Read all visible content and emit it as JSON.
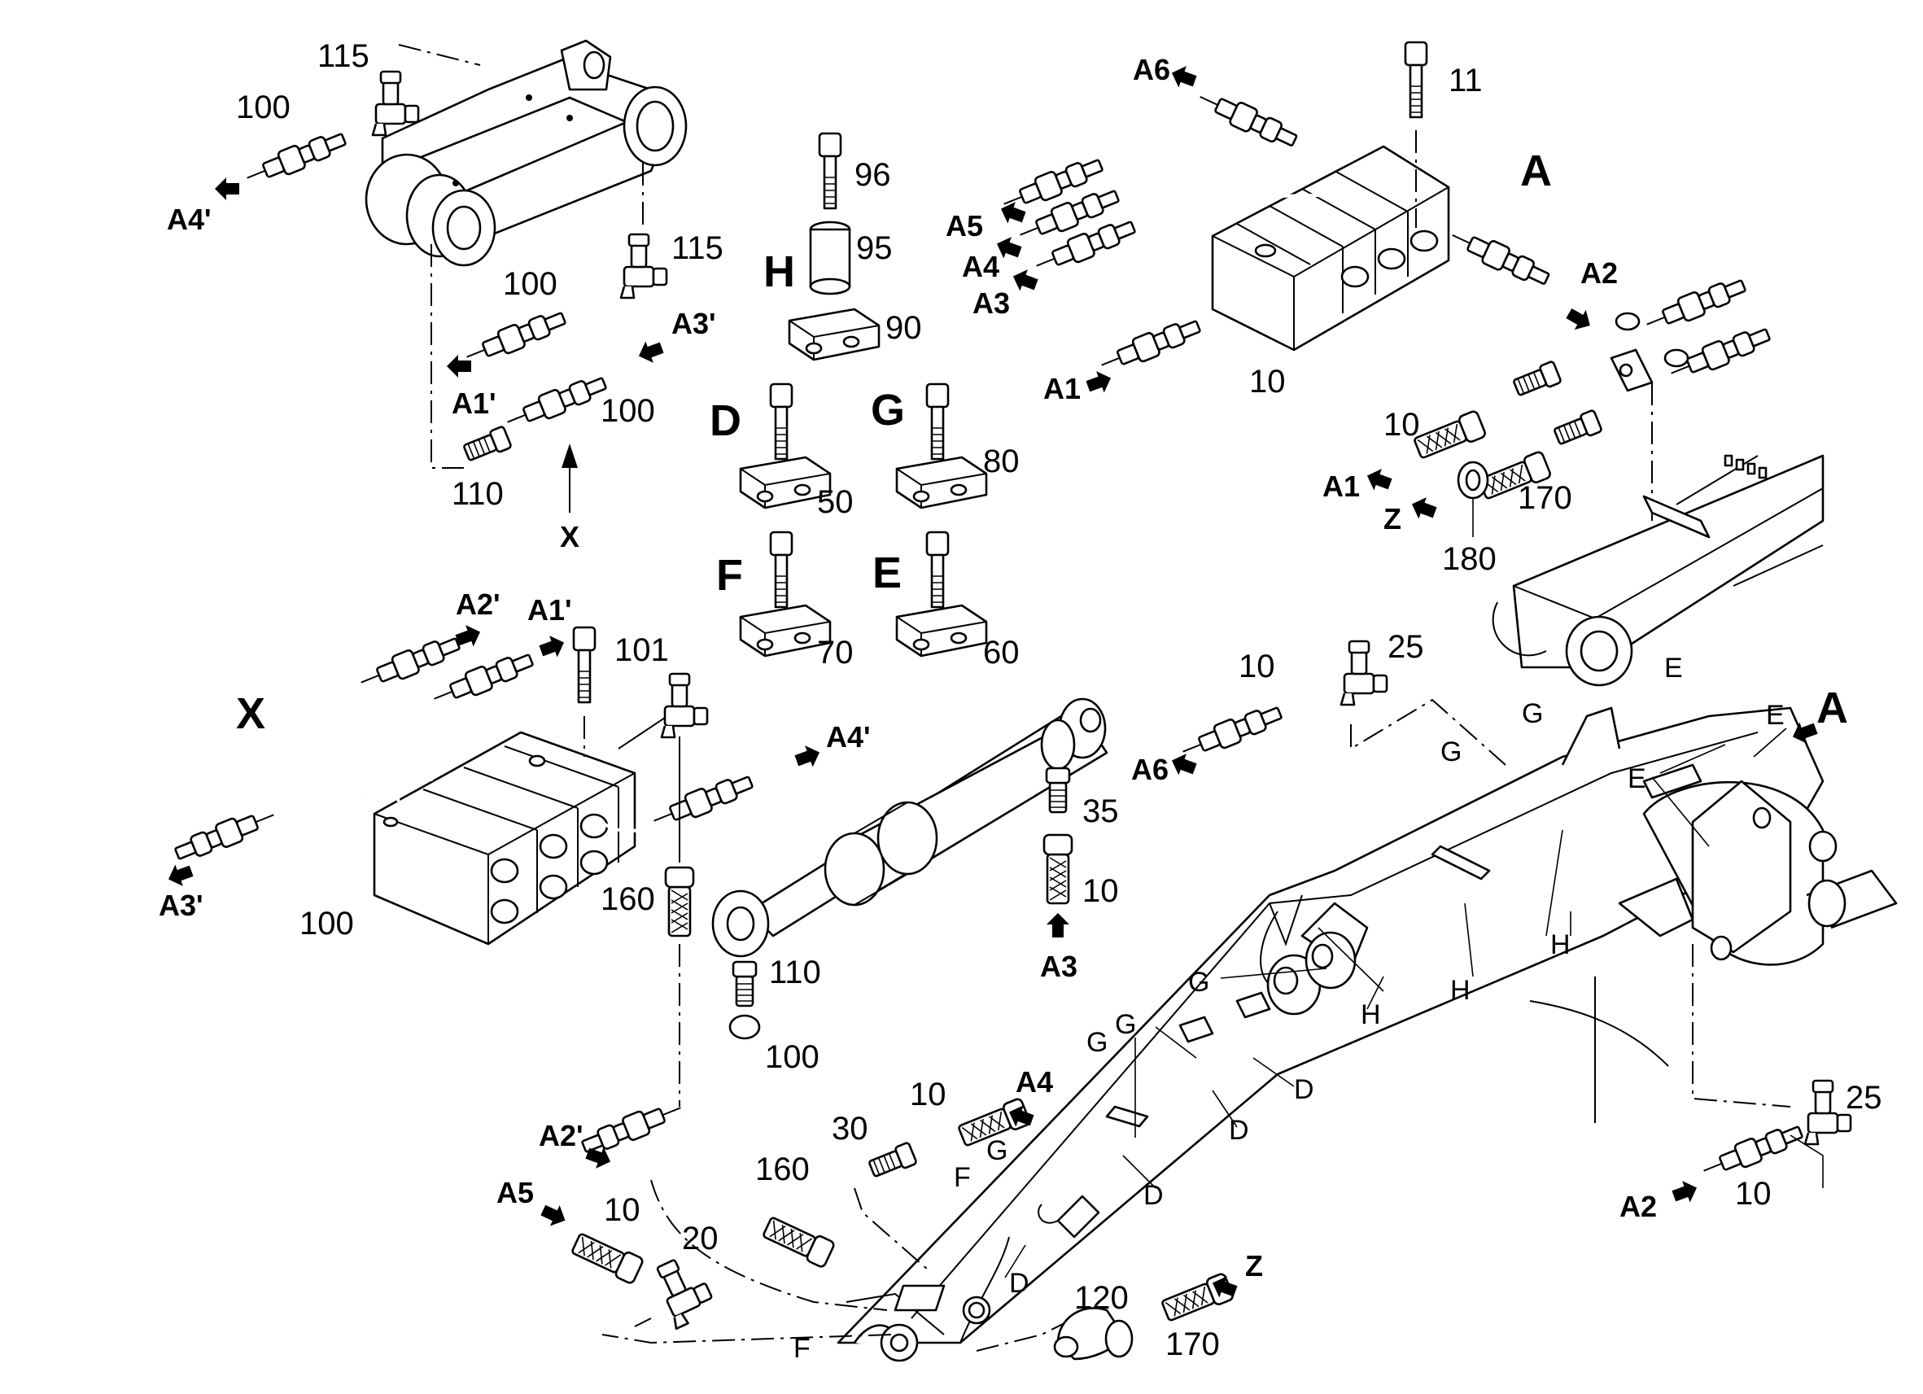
{
  "labels": {
    "n115a": "115",
    "n100a": "100",
    "a4p": "A4'",
    "n115b": "115",
    "n100b": "100",
    "a3p_top": "A3'",
    "a1p_top": "A1'",
    "n100c": "100",
    "n110a": "110",
    "x_arrow": "X",
    "n96": "96",
    "n95": "95",
    "h_main": "H",
    "n90": "90",
    "d_main": "D",
    "n50": "50",
    "g_main": "G",
    "n80": "80",
    "f_main": "F",
    "n70": "70",
    "e_main": "E",
    "n60": "60",
    "a6_top": "A6",
    "n11": "11",
    "a_main": "A",
    "a5_top": "A5",
    "a4_top": "A4",
    "a3_top": "A3",
    "a2_top": "A2",
    "a1_top": "A1",
    "n10_valve": "10",
    "n10_side": "10",
    "a1_side": "A1",
    "z_top": "Z",
    "n170_top": "170",
    "n180": "180",
    "x_main": "X",
    "a2p_mid": "A2'",
    "a1p_mid": "A1'",
    "n101": "101",
    "a4p_mid": "A4'",
    "a3p_mid": "A3'",
    "n100_block": "100",
    "n160a": "160",
    "n10_mid": "10",
    "n25_mid": "25",
    "a6_mid": "A6",
    "n35": "35",
    "n10_cyl": "10",
    "a3_cyl": "A3",
    "n110_cyl": "110",
    "n100_bend": "100",
    "a2p_low": "A2'",
    "n10_a4": "10",
    "a4_low": "A4",
    "n30": "30",
    "n160b": "160",
    "a5_low": "A5",
    "n10_a5": "10",
    "n20": "20",
    "boom_g1": "G",
    "boom_e1": "E",
    "boom_e2": "E",
    "boom_a": "A",
    "boom_e3": "E",
    "boom_g2": "G",
    "boom_g3": "G",
    "boom_h1": "H",
    "boom_h2": "H",
    "boom_g4": "G",
    "boom_h3": "H",
    "boom_g5": "G",
    "boom_g6": "G",
    "boom_d1": "D",
    "boom_d2": "D",
    "boom_d3": "D",
    "boom_f1": "F",
    "boom_g7": "G",
    "boom_d4": "D",
    "boom_f2": "F",
    "n120": "120",
    "z_low": "Z",
    "n170_low": "170",
    "n25_right": "25",
    "a2_right": "A2",
    "n10_right": "10"
  }
}
